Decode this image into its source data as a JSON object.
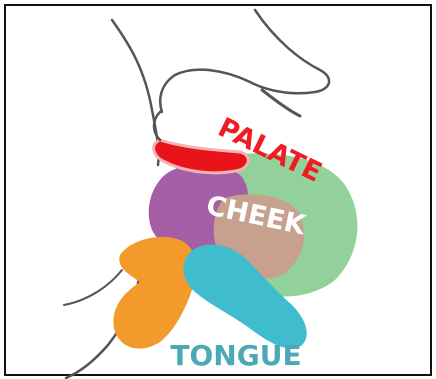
{
  "labels": {
    "palate": "PALATE",
    "cheek": "CHEEK",
    "tongue": "TONGUE"
  },
  "colors": {
    "outline": "#555555",
    "palate": "#e8141a",
    "palate_outline": "#f3b2b4",
    "cheek_green": "#93d19a",
    "cheek_purple": "#a35ea6",
    "cheek_tan": "#c8a08e",
    "orange": "#f39a2c",
    "teal": "#3fbccd",
    "palate_text": "#ef1c24",
    "cheek_text": "#ffffff",
    "tongue_text": "#4aa9b4"
  }
}
